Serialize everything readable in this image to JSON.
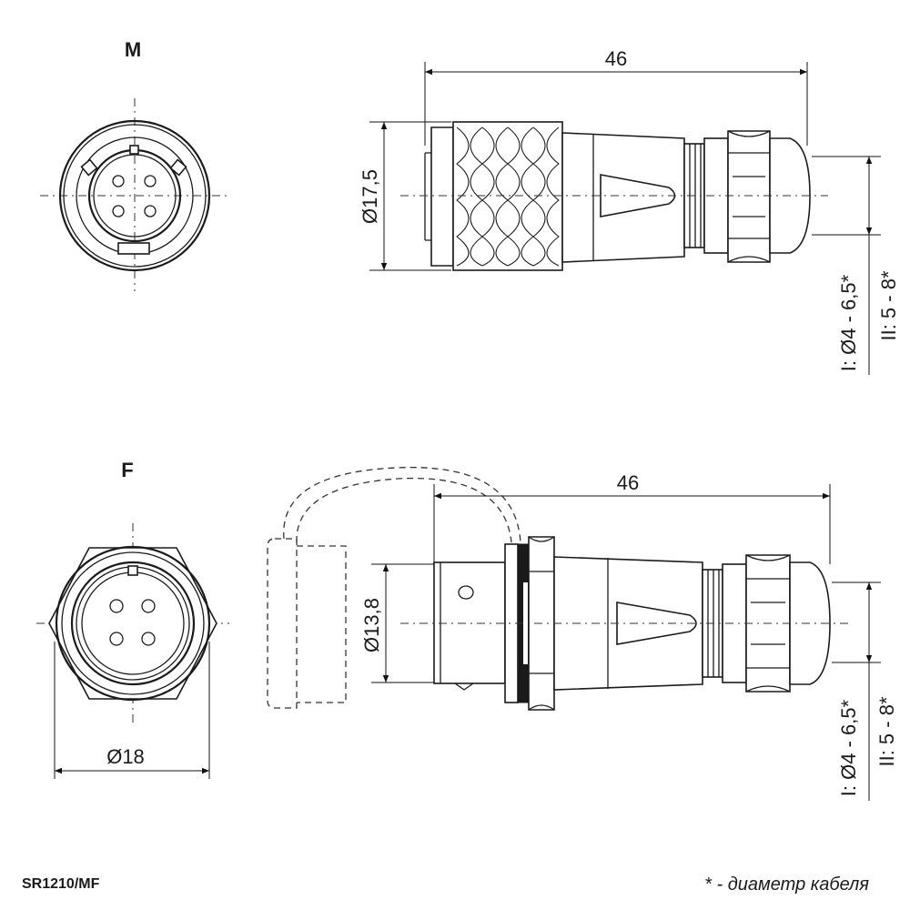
{
  "views": {
    "male_label": "M",
    "female_label": "F"
  },
  "dimensions": {
    "male_length": "46",
    "male_diameter": "Ø17,5",
    "male_cable_range_1": "I: Ø4 - 6,5*",
    "male_cable_range_2": "II: 5 - 8*",
    "female_length": "46",
    "female_diameter": "Ø13,8",
    "female_flange_diameter": "Ø18",
    "female_cable_range_1": "I: Ø4 - 6,5*",
    "female_cable_range_2": "II: 5 - 8*"
  },
  "footer": {
    "part_number": "SR1210/MF",
    "footnote": "* - диаметр кабеля"
  }
}
